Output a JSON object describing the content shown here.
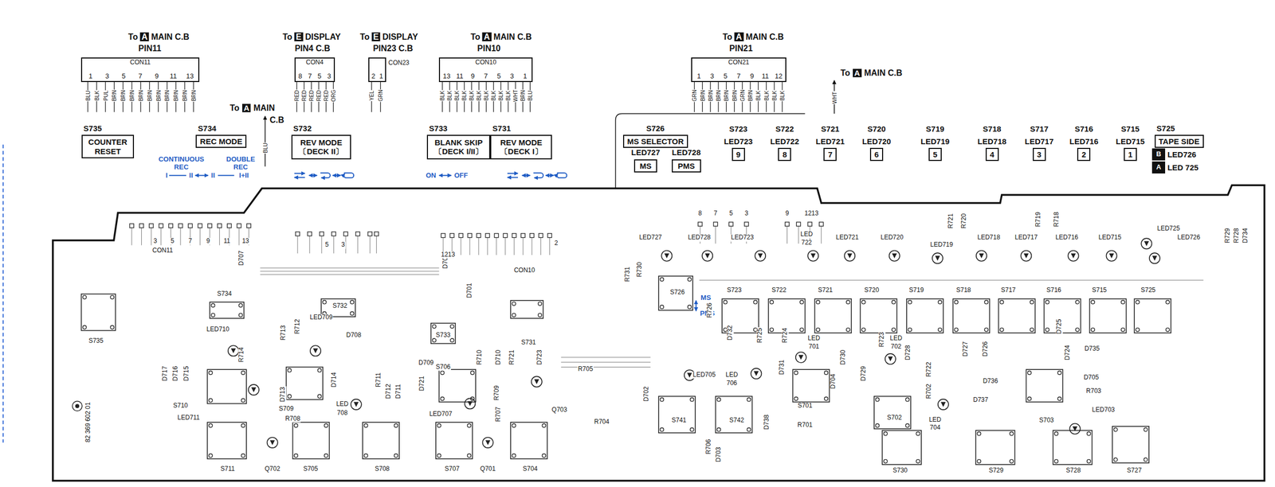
{
  "diagram": {
    "nodes": [
      {
        "text": [
          "To",
          "A",
          "MAIN C.B",
          "PIN11",
          "CON11",
          "1",
          "3",
          "5",
          "7",
          "9",
          "11",
          "13"
        ]
      },
      {
        "text": [
          "To",
          "E",
          "DISPLAY",
          "PIN4 C.B",
          "CON4",
          "8",
          "7",
          "5",
          "3"
        ]
      },
      {
        "text": [
          "To",
          "E",
          "DISPLAY",
          "PIN23 C.B",
          "CON23",
          "2",
          "1"
        ]
      },
      {
        "text": [
          "To",
          "A",
          "MAIN C.B",
          "PIN10",
          "CON10",
          "13",
          "11",
          "9",
          "7",
          "5",
          "3",
          "1"
        ]
      },
      {
        "text": [
          "To",
          "A",
          "MAIN C.B",
          "PIN21",
          "CON21",
          "1",
          "3",
          "5",
          "7",
          "9",
          "11",
          "12"
        ]
      },
      {
        "text": [
          "S735",
          "COUNTER RESET"
        ]
      },
      {
        "text": [
          "S734",
          "REC MODE"
        ]
      },
      {
        "text": [
          "S732",
          "REV MODE 〔DECK II〕"
        ]
      },
      {
        "text": [
          "S733",
          "BLANK SKIP 〔DECK I/II〕"
        ]
      },
      {
        "text": [
          "S731",
          "REV MODE 〔DECK I〕"
        ]
      },
      {
        "text": [
          "S726",
          "MS SELECTOR"
        ]
      },
      {
        "text": [
          "LED727",
          "MS"
        ]
      },
      {
        "text": [
          "LED728",
          "PMS"
        ]
      },
      {
        "text": [
          "S723",
          "LED723",
          "9"
        ]
      },
      {
        "text": [
          "S722",
          "LED722",
          "8"
        ]
      },
      {
        "text": [
          "S721",
          "LED721",
          "7"
        ]
      },
      {
        "text": [
          "S720",
          "LED720",
          "6"
        ]
      },
      {
        "text": [
          "S719",
          "LED719",
          "5"
        ]
      },
      {
        "text": [
          "S718",
          "LED718",
          "4"
        ]
      },
      {
        "text": [
          "S717",
          "LED717",
          "3"
        ]
      },
      {
        "text": [
          "S716",
          "LED716",
          "2"
        ]
      },
      {
        "text": [
          "S715",
          "LED715",
          "1"
        ]
      },
      {
        "text": [
          "S725",
          "TAPE SIDE"
        ]
      },
      {
        "text": [
          "B",
          "LED726"
        ]
      },
      {
        "text": [
          "A",
          "LED 725"
        ]
      }
    ],
    "labels": [
      "BLU",
      "BLK",
      "PUL",
      "BRN",
      "BRN",
      "BRN",
      "BRN",
      "BRN",
      "BRN",
      "BRN",
      "BRN",
      "BRN",
      "BRN",
      "RED",
      "RED",
      "RED",
      "RED",
      "RED",
      "ORG",
      "YEL",
      "GRN",
      "BLK",
      "BLK",
      "BLK",
      "BLK",
      "BLK",
      "BLK",
      "BLK",
      "BLK",
      "BLK",
      "BLK",
      "WHT",
      "BRN",
      "BLU",
      "GRN",
      "BRN",
      "BRN",
      "BRN",
      "BRN",
      "BRN",
      "GRN",
      "BRN",
      "BLK",
      "BLK",
      "BLK",
      "BLK",
      "WHT",
      "To",
      "A",
      "MAIN C.B",
      "BLU",
      "To",
      "A",
      "MAIN",
      "C.B",
      "CONTINUOUS REC",
      "DOUBLE REC",
      "I",
      "II",
      "II",
      "I+II",
      "ON",
      "OFF",
      "MS",
      "PMS",
      "S735",
      "3",
      "5",
      "7",
      "9",
      "11",
      "13",
      "CON11",
      "D707",
      "S734",
      "LED710",
      "S732",
      "5",
      "3",
      "D706",
      "D701",
      "1213",
      "CON10",
      "2",
      "S733",
      "S731",
      "D717",
      "D716",
      "D715",
      "R714",
      "LED709",
      "R713",
      "R712",
      "D708",
      "D714",
      "D713",
      "S710",
      "LED711",
      "S709",
      "R708",
      "LED",
      "708",
      "R711",
      "D712",
      "D711",
      "D709",
      "D721",
      "S706",
      "R710",
      "D710",
      "R721",
      "D723",
      "R709",
      "R707",
      "LED707",
      "Q703",
      "R705",
      "R704",
      "S711",
      "Q702",
      "S705",
      "S708",
      "S707",
      "Q701",
      "S704",
      "82 369 602 01",
      "8",
      "7",
      "5",
      "3",
      "9",
      "1213",
      "LED727",
      "LED728",
      "LED723",
      "LED",
      "722",
      "LED721",
      "LED720",
      "LED719",
      "LED718",
      "LED717",
      "LED716",
      "LED715",
      "LED725",
      "LED726",
      "R721",
      "R720",
      "R719",
      "R718",
      "R729",
      "R728",
      "D734",
      "R731",
      "R730",
      "S726",
      "R726",
      "S723",
      "S722",
      "S721",
      "S720",
      "S719",
      "S718",
      "S717",
      "S716",
      "S715",
      "S725",
      "D732",
      "R725",
      "R724",
      "LED",
      "701",
      "D731",
      "D730",
      "R723",
      "LED",
      "702",
      "D728",
      "R722",
      "D727",
      "D726",
      "D725",
      "D724",
      "D735",
      "D705",
      "D736",
      "D737",
      "R703",
      "LED703",
      "LED705",
      "LED",
      "706",
      "D702",
      "S741",
      "S742",
      "R706",
      "D703",
      "D738",
      "S701",
      "R701",
      "D704",
      "D729",
      "R702",
      "LED",
      "704",
      "S702",
      "S703",
      "S730",
      "S729",
      "S728",
      "S727"
    ]
  }
}
